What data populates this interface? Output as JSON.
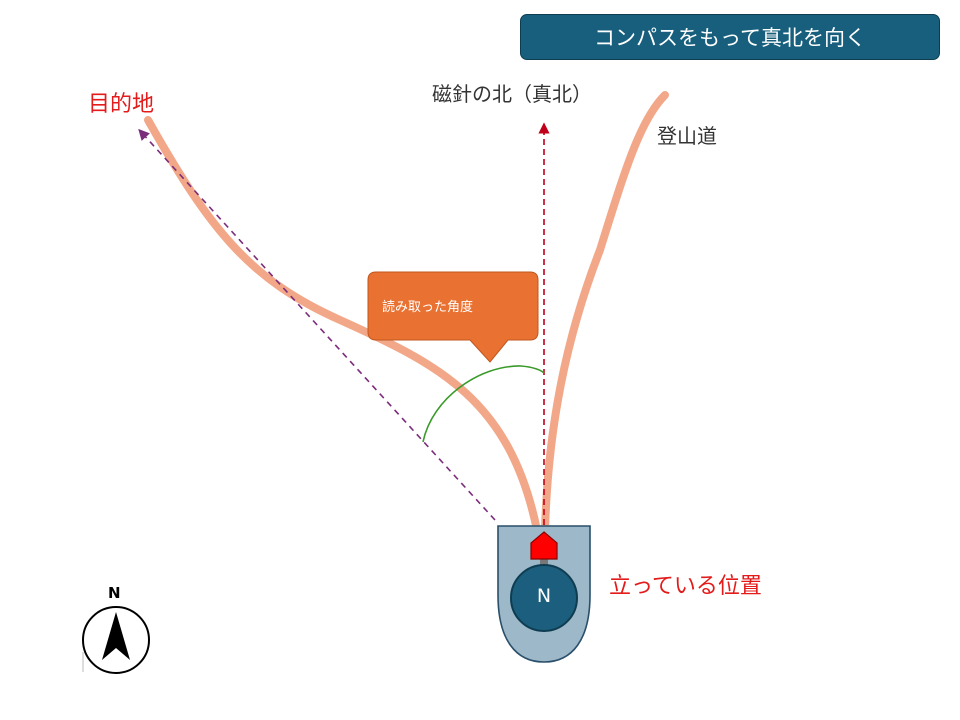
{
  "header": {
    "title": "コンパスをもって真北を向く"
  },
  "labels": {
    "destination": "目的地",
    "magnetic_north": "磁針の北（真北）",
    "trail": "登山道",
    "standing_position": "立っている位置",
    "angle_callout": "読み取った角度"
  },
  "compass": {
    "needle_label": "N"
  },
  "north_indicator": {
    "label": "N"
  },
  "colors": {
    "title_bg": "#175f7d",
    "trail": "#f2a888",
    "destination_line": "#7b2c7b",
    "north_line": "#c0001a",
    "angle_arc": "#3a9a2a",
    "callout_bg": "#e97132",
    "accent_red": "#e31b1b",
    "compass_body": "#9db8c8",
    "compass_dial": "#1b5e7d",
    "needle": "#ff0000"
  },
  "icons": [
    "north-arrow-icon",
    "compass-icon"
  ]
}
